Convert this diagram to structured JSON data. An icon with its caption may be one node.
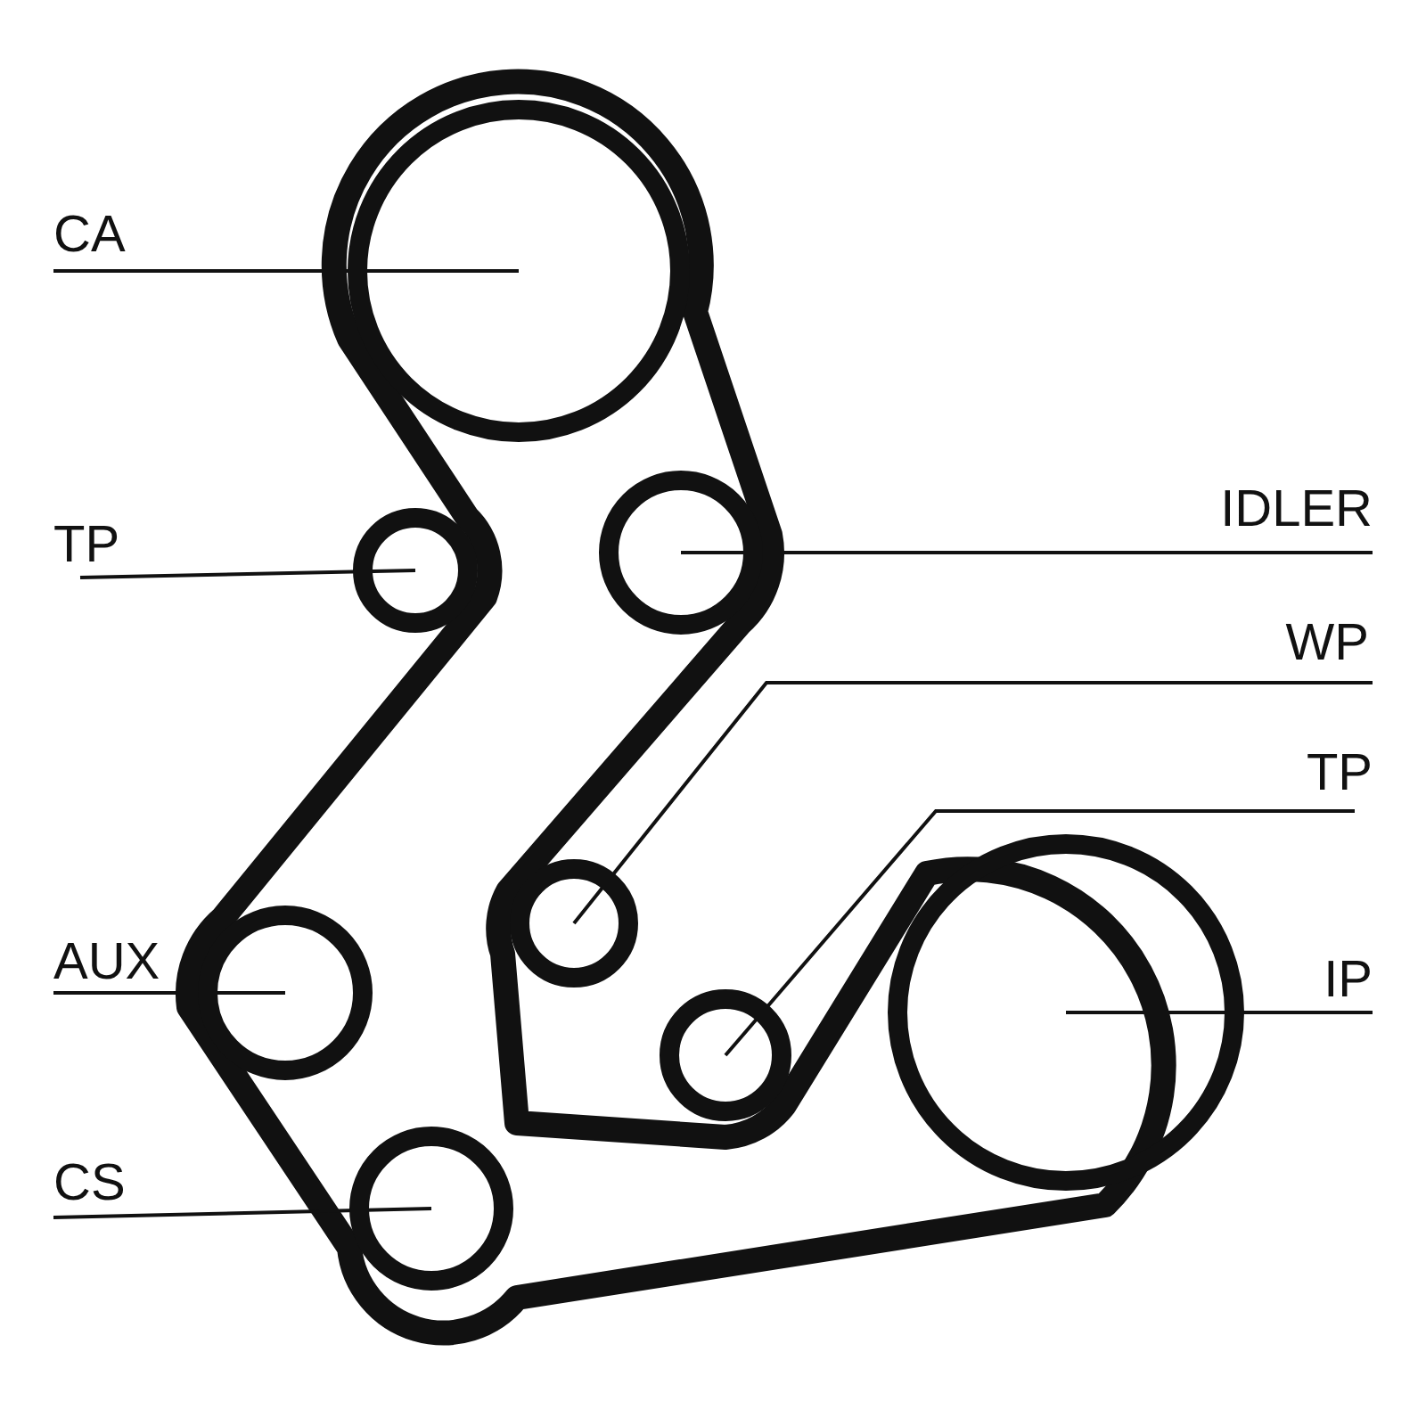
{
  "diagram": {
    "nodes": [
      {
        "text": [
          "CA"
        ]
      },
      {
        "text": [
          "TP"
        ]
      },
      {
        "text": [
          "IDLER"
        ]
      },
      {
        "text": [
          "WP"
        ]
      },
      {
        "text": [
          "TP"
        ]
      },
      {
        "text": [
          "AUX"
        ]
      },
      {
        "text": [
          "IP"
        ]
      },
      {
        "text": [
          "CS"
        ]
      },
      {
        "text": [],
        "shape": "circle"
      },
      {
        "text": [],
        "shape": "circle"
      },
      {
        "text": [],
        "shape": "circle"
      },
      {
        "text": [],
        "shape": "circle"
      },
      {
        "text": [],
        "shape": "circle"
      },
      {
        "text": [],
        "shape": "circle"
      },
      {
        "text": [],
        "shape": "circle"
      },
      {
        "text": [],
        "shape": "circle"
      }
    ],
    "edges": [
      {
        "from": 0,
        "to": 8,
        "arrow": "none"
      },
      {
        "from": 1,
        "to": 9,
        "arrow": "none"
      },
      {
        "from": 2,
        "to": 10,
        "arrow": "none"
      },
      {
        "from": 3,
        "to": 11,
        "arrow": "none"
      },
      {
        "from": 4,
        "to": 12,
        "arrow": "none"
      },
      {
        "from": 5,
        "to": 13,
        "arrow": "none"
      },
      {
        "from": 6,
        "to": 14,
        "arrow": "none"
      },
      {
        "from": 7,
        "to": 15,
        "arrow": "none"
      }
    ]
  }
}
